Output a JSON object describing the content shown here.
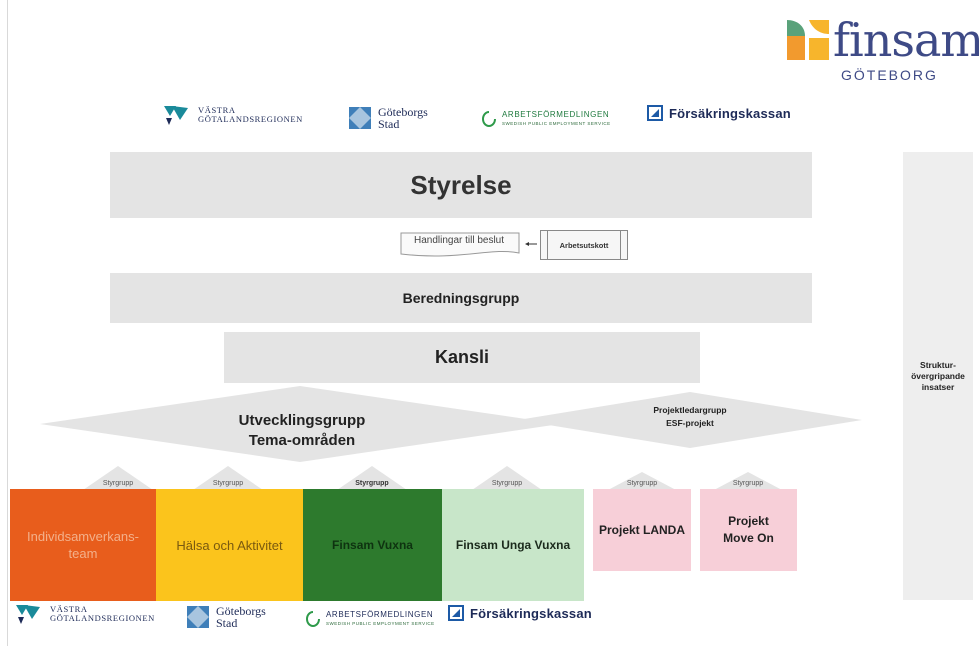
{
  "brand": {
    "name": "finsam",
    "sub": "GÖTEBORG"
  },
  "partners": {
    "vgr_line1": "VÄSTRA",
    "vgr_line2": "GÖTALANDSREGIONEN",
    "gbg_line1": "Göteborgs",
    "gbg_line2": "Stad",
    "af_line1": "ARBETSFÖRMEDLINGEN",
    "af_line2": "SWEDISH PUBLIC EMPLOYMENT SERVICE",
    "fk": "Försäkringskassan"
  },
  "org": {
    "styrelse": "Styrelse",
    "handlingar": "Handlingar till beslut",
    "arbetsutskott": "Arbetsutskott",
    "beredningsgrupp": "Beredningsgrupp",
    "kansli": "Kansli",
    "utvecklingsgrupp_line1": "Utvecklingsgrupp",
    "utvecklingsgrupp_line2": "Tema-områden",
    "projektledargrupp_line1": "Projektledargrupp",
    "projektledargrupp_line2": "ESF-projekt",
    "side_line1": "Struktur-",
    "side_line2": "övergripande",
    "side_line3": "insatser"
  },
  "groups": [
    {
      "tag": "Styrgrupp",
      "line1": "Individsamverkans-",
      "line2": "team",
      "color": "#e85d1c"
    },
    {
      "tag": "Styrgrupp",
      "line1": "Hälsa och Aktivitet",
      "line2": "",
      "color": "#fbc41c"
    },
    {
      "tag": "Styrgrupp",
      "line1": "Finsam Vuxna",
      "line2": "",
      "color": "#2d7a2d"
    },
    {
      "tag": "Styrgrupp",
      "line1": "Finsam Unga Vuxna",
      "line2": "",
      "color": "#c8e6c9"
    },
    {
      "tag": "Styrgrupp",
      "line1": "Projekt LANDA",
      "line2": "",
      "color": "#f7cfd8"
    },
    {
      "tag": "Styrgrupp",
      "line1": "Projekt",
      "line2": "Move On",
      "color": "#f7cfd8"
    }
  ]
}
